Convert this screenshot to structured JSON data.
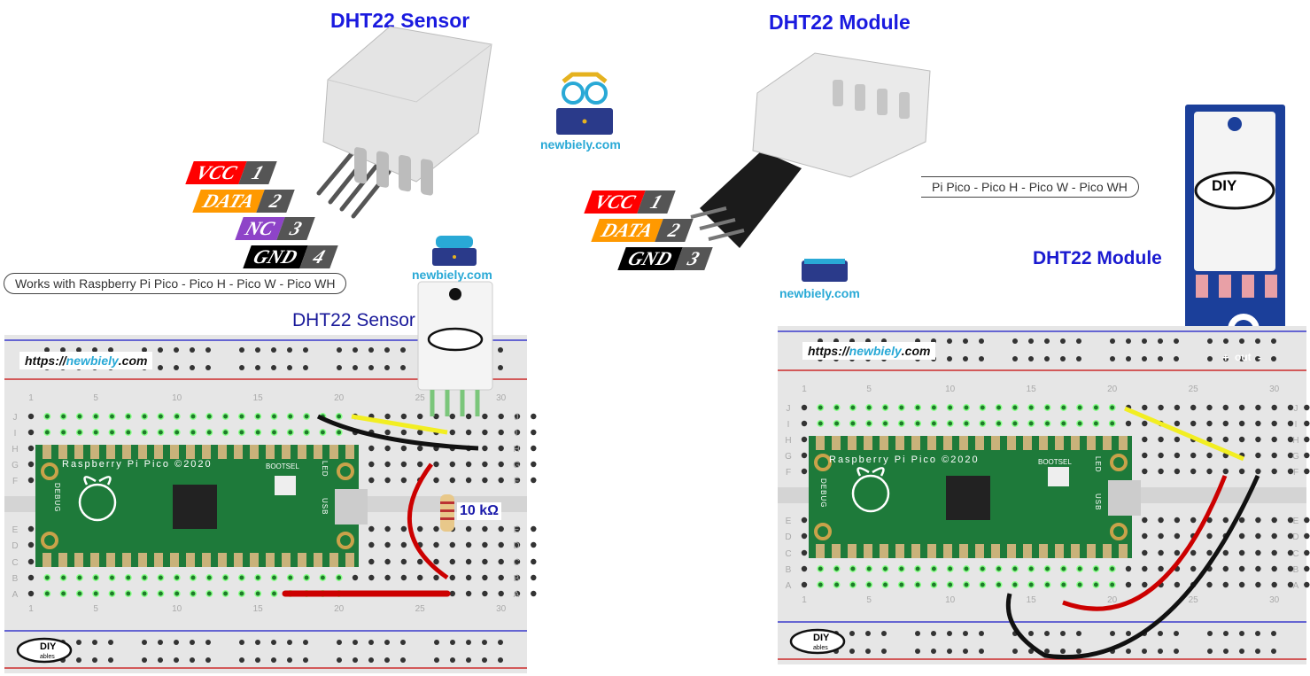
{
  "left": {
    "title": "DHT22 Sensor",
    "subtitle": "DHT22 Sensor",
    "pins": [
      {
        "name": "VCC",
        "num": "1",
        "color": "#ff0000"
      },
      {
        "name": "DATA",
        "num": "2",
        "color": "#ff9900"
      },
      {
        "name": "NC",
        "num": "3",
        "color": "#8e44c8"
      },
      {
        "name": "GND",
        "num": "4",
        "color": "#000000"
      }
    ],
    "banner": "Works with Raspberry Pi Pico - Pico H - Pico W - Pico WH",
    "resistor_label": "10 kΩ",
    "brand": "newbiely.com",
    "url_prefix": "https://",
    "url_brand": "newbiely",
    "url_suffix": ".com"
  },
  "right": {
    "title": "DHT22 Module",
    "subtitle": "DHT22 Module",
    "pins": [
      {
        "name": "VCC",
        "num": "1",
        "color": "#ff0000"
      },
      {
        "name": "DATA",
        "num": "2",
        "color": "#ff9900"
      },
      {
        "name": "GND",
        "num": "3",
        "color": "#000000"
      }
    ],
    "banner": "Pi Pico - Pico H - Pico W - Pico WH",
    "module_pins": [
      "+",
      "out",
      "-"
    ],
    "brand": "newbiely.com",
    "url_prefix": "https://",
    "url_brand": "newbiely",
    "url_suffix": ".com"
  },
  "center_brand": "newbiely.com",
  "pico": {
    "label": "Raspberry Pi Pico ©2020",
    "bootsel": "BOOTSEL",
    "debug": "DEBUG",
    "usb": "USB",
    "led": "LED"
  },
  "logo": {
    "top": "DIY",
    "bottom": "ables"
  },
  "breadboard": {
    "rows_top": [
      "J",
      "I",
      "H",
      "G",
      "F"
    ],
    "rows_bottom": [
      "E",
      "D",
      "C",
      "B",
      "A"
    ],
    "col_labels": [
      "1",
      "5",
      "10",
      "15",
      "20",
      "25",
      "30"
    ]
  },
  "colors": {
    "wire_red": "#cc0000",
    "wire_black": "#111111",
    "wire_yellow": "#f2ee22",
    "pcb": "#1e7a3a",
    "title": "#1a1adf"
  }
}
